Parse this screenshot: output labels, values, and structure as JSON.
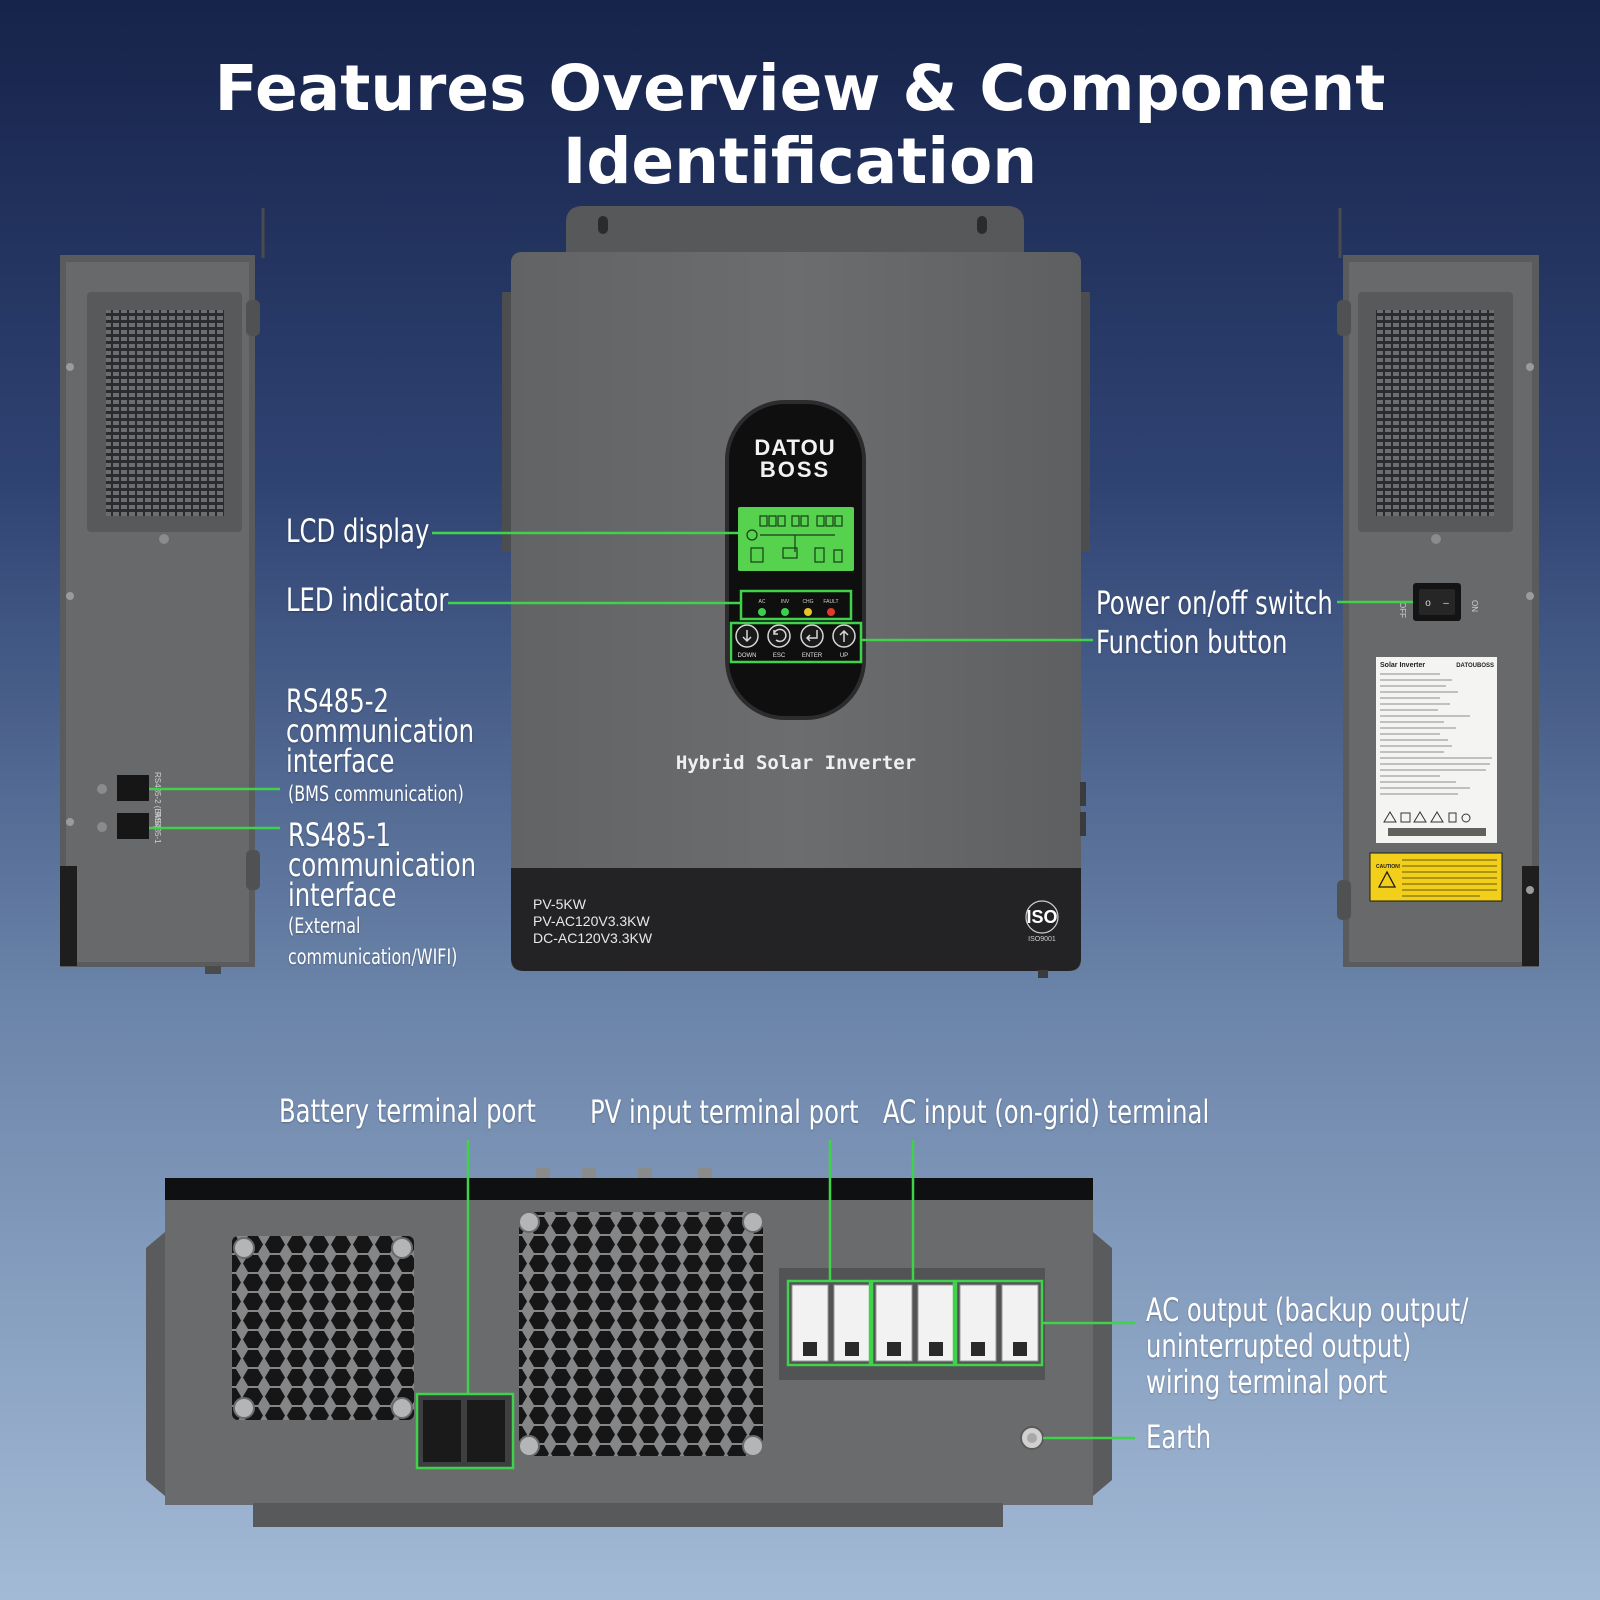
{
  "title": "Features Overview & Component Identification",
  "colors": {
    "callout": "#3fd24a",
    "panel": "#6a6b6d",
    "panel_dark": "#58595b",
    "bezel": "#1c1c1e",
    "lcd": "#56d24e"
  },
  "front": {
    "brand_line1": "DATOU",
    "brand_line2": "BOSS",
    "product_name": "Hybrid Solar Inverter",
    "models": [
      "PV-5KW",
      "PV-AC120V3.3KW",
      "DC-AC120V3.3KW"
    ],
    "cert_mark": "ISO",
    "cert_sub": "ISO9001",
    "led_labels": [
      "AC",
      "INV",
      "CHG",
      "FAULT"
    ],
    "led_colors": [
      "#3ad04a",
      "#3ad04a",
      "#e8c22a",
      "#e03a2a"
    ],
    "button_labels": [
      "DOWN",
      "ESC",
      "ENTER",
      "UP"
    ]
  },
  "left_side": {
    "port_labels": [
      "RS485-2 (BMS)",
      "RS485-1"
    ]
  },
  "right_side": {
    "switch_marks": [
      "OFF",
      "ON"
    ],
    "nameplate_title": "Solar Inverter",
    "nameplate_brand": "DATOUBOSS",
    "caution": "CAUTION!"
  },
  "callouts": {
    "lcd_display": "LCD display",
    "led_indicator": "LED indicator",
    "rs485_2": [
      "RS485-2",
      "communication",
      "interface"
    ],
    "rs485_2_note": "(BMS communication)",
    "rs485_1": [
      "RS485-1",
      "communication",
      "interface"
    ],
    "rs485_1_note": [
      "(External",
      "communication/WIFI)"
    ],
    "power_switch": "Power on/off switch",
    "function_button": "Function button",
    "battery_port": "Battery terminal port",
    "pv_port": "PV input terminal port",
    "ac_input": "AC input (on-grid) terminal",
    "ac_output": [
      "AC output (backup output/",
      "uninterrupted output)",
      "wiring terminal port"
    ],
    "earth": "Earth"
  }
}
